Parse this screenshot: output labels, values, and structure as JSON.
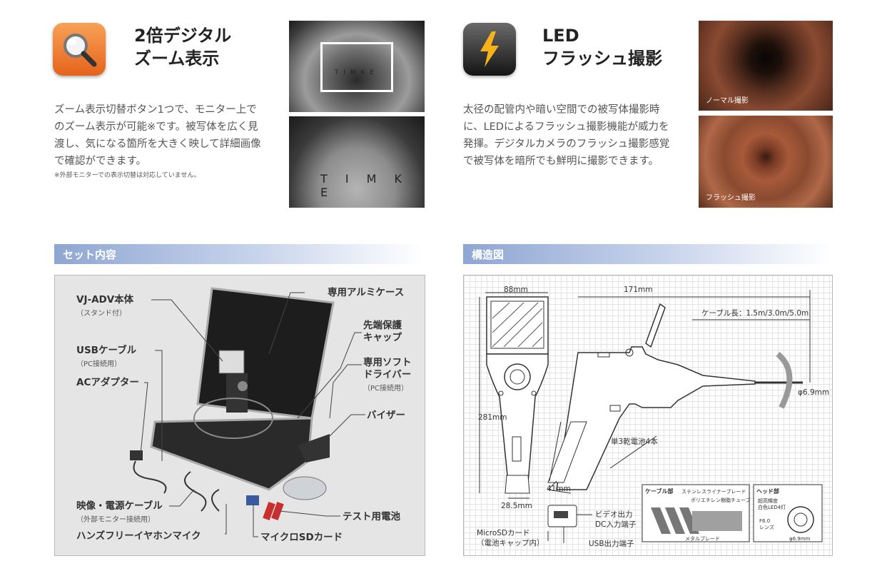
{
  "zoom": {
    "title": "2倍デジタル\nズーム表示",
    "description": "ズーム表示切替ボタン1つで、モニター上で\nのズーム表示が可能※です。被写体を広く見\n渡し、気になる箇所を大きく映して詳細画像\nで確認ができます。",
    "note": "※外部モニターでの表示切替は対応していません。",
    "photo_text_top": "T I M K E",
    "photo_text_bottom": "T I M K E"
  },
  "led": {
    "title": "LED\nフラッシュ撮影",
    "description": "太径の配管内や暗い空間での被写体撮影時\nに、LEDによるフラッシュ撮影機能が威力を\n発揮。デジタルカメラのフラッシュ撮影感覚\nで被写体を暗所でも鮮明に撮影できます。",
    "caption_normal": "ノーマル撮影",
    "caption_flash": "フラッシュ撮影"
  },
  "set_contents": {
    "header": "セット内容",
    "items": {
      "body": "VJ-ADV本体",
      "body_sub": "（スタンド付）",
      "usb": "USBケーブル",
      "usb_sub": "（PC接続用）",
      "ac": "ACアダプター",
      "av": "映像・電源ケーブル",
      "av_sub": "（外部モニター接続用）",
      "earphone": "ハンズフリーイヤホンマイク",
      "case": "専用アルミケース",
      "cap": "先端保護\nキャップ",
      "driver": "専用ソフト\nドライバー",
      "driver_sub": "（PC接続用）",
      "visor": "バイザー",
      "battery": "テスト用電池",
      "sd": "マイクロSDカード"
    }
  },
  "structure": {
    "header": "構造図",
    "dims": {
      "width": "88mm",
      "length": "171mm",
      "height": "281mm",
      "grip": "28.5mm",
      "handle": "41mm",
      "tip": "φ6.9mm",
      "cable": "ケーブル長：1.5m/3.0m/5.0m",
      "battery": "単3乾電池4本",
      "video": "ビデオ出力\nDC入力端子",
      "microsd": "MicroSDカード\n（電池キャップ内）",
      "usb": "USB出力端子"
    },
    "cable_box": {
      "title": "ケーブル部",
      "liner": "ステンレスライナーブレード",
      "tube": "ポリエチレン樹脂チューブ",
      "blade": "メタルブレード"
    },
    "head_box": {
      "title": "ヘッド部",
      "led": "超高輝度\n白色LED4灯",
      "lens": "F6.0\nレンズ",
      "dia": "φ6.9mm"
    }
  }
}
